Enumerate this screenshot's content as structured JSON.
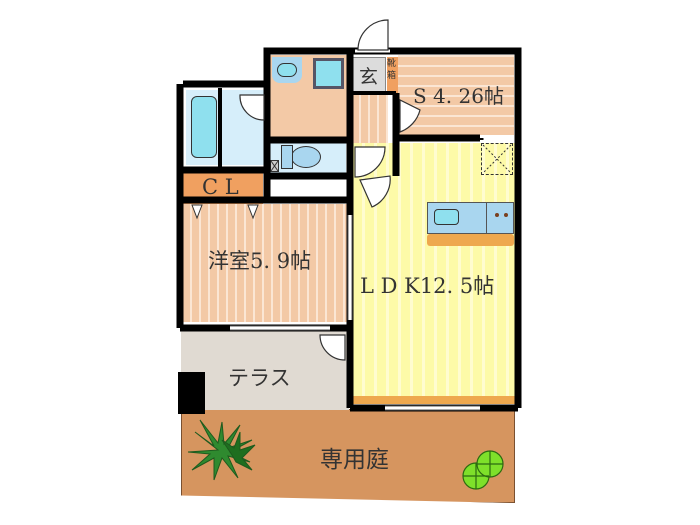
{
  "floor_plan": {
    "rooms": {
      "entrance": {
        "label": "玄"
      },
      "shoe_box": {
        "label": "靴箱"
      },
      "storage_room": {
        "label": "S 4. 26帖"
      },
      "closet": {
        "label": "C L"
      },
      "western_room": {
        "label": "洋室5. 9帖"
      },
      "ldk": {
        "label": "L D K12. 5帖"
      },
      "terrace": {
        "label": "テラス"
      },
      "private_garden": {
        "label": "専用庭"
      }
    },
    "fixtures": [
      "bathtub",
      "washbasin",
      "washing-machine-pan",
      "toilet",
      "kitchen-sink",
      "stove",
      "refrigerator-space"
    ],
    "colors": {
      "wall": "#000000",
      "wood_floor": "#f3c9a6",
      "ldk_floor": "#fdfaa8",
      "wet_area": "#d6eefa",
      "fixture": "#8fe0ee",
      "closet": "#f0a060",
      "entrance": "#dcdcdc",
      "terrace": "#e0dad2",
      "garden": "#d6955f",
      "counter": "#eea84e"
    }
  }
}
